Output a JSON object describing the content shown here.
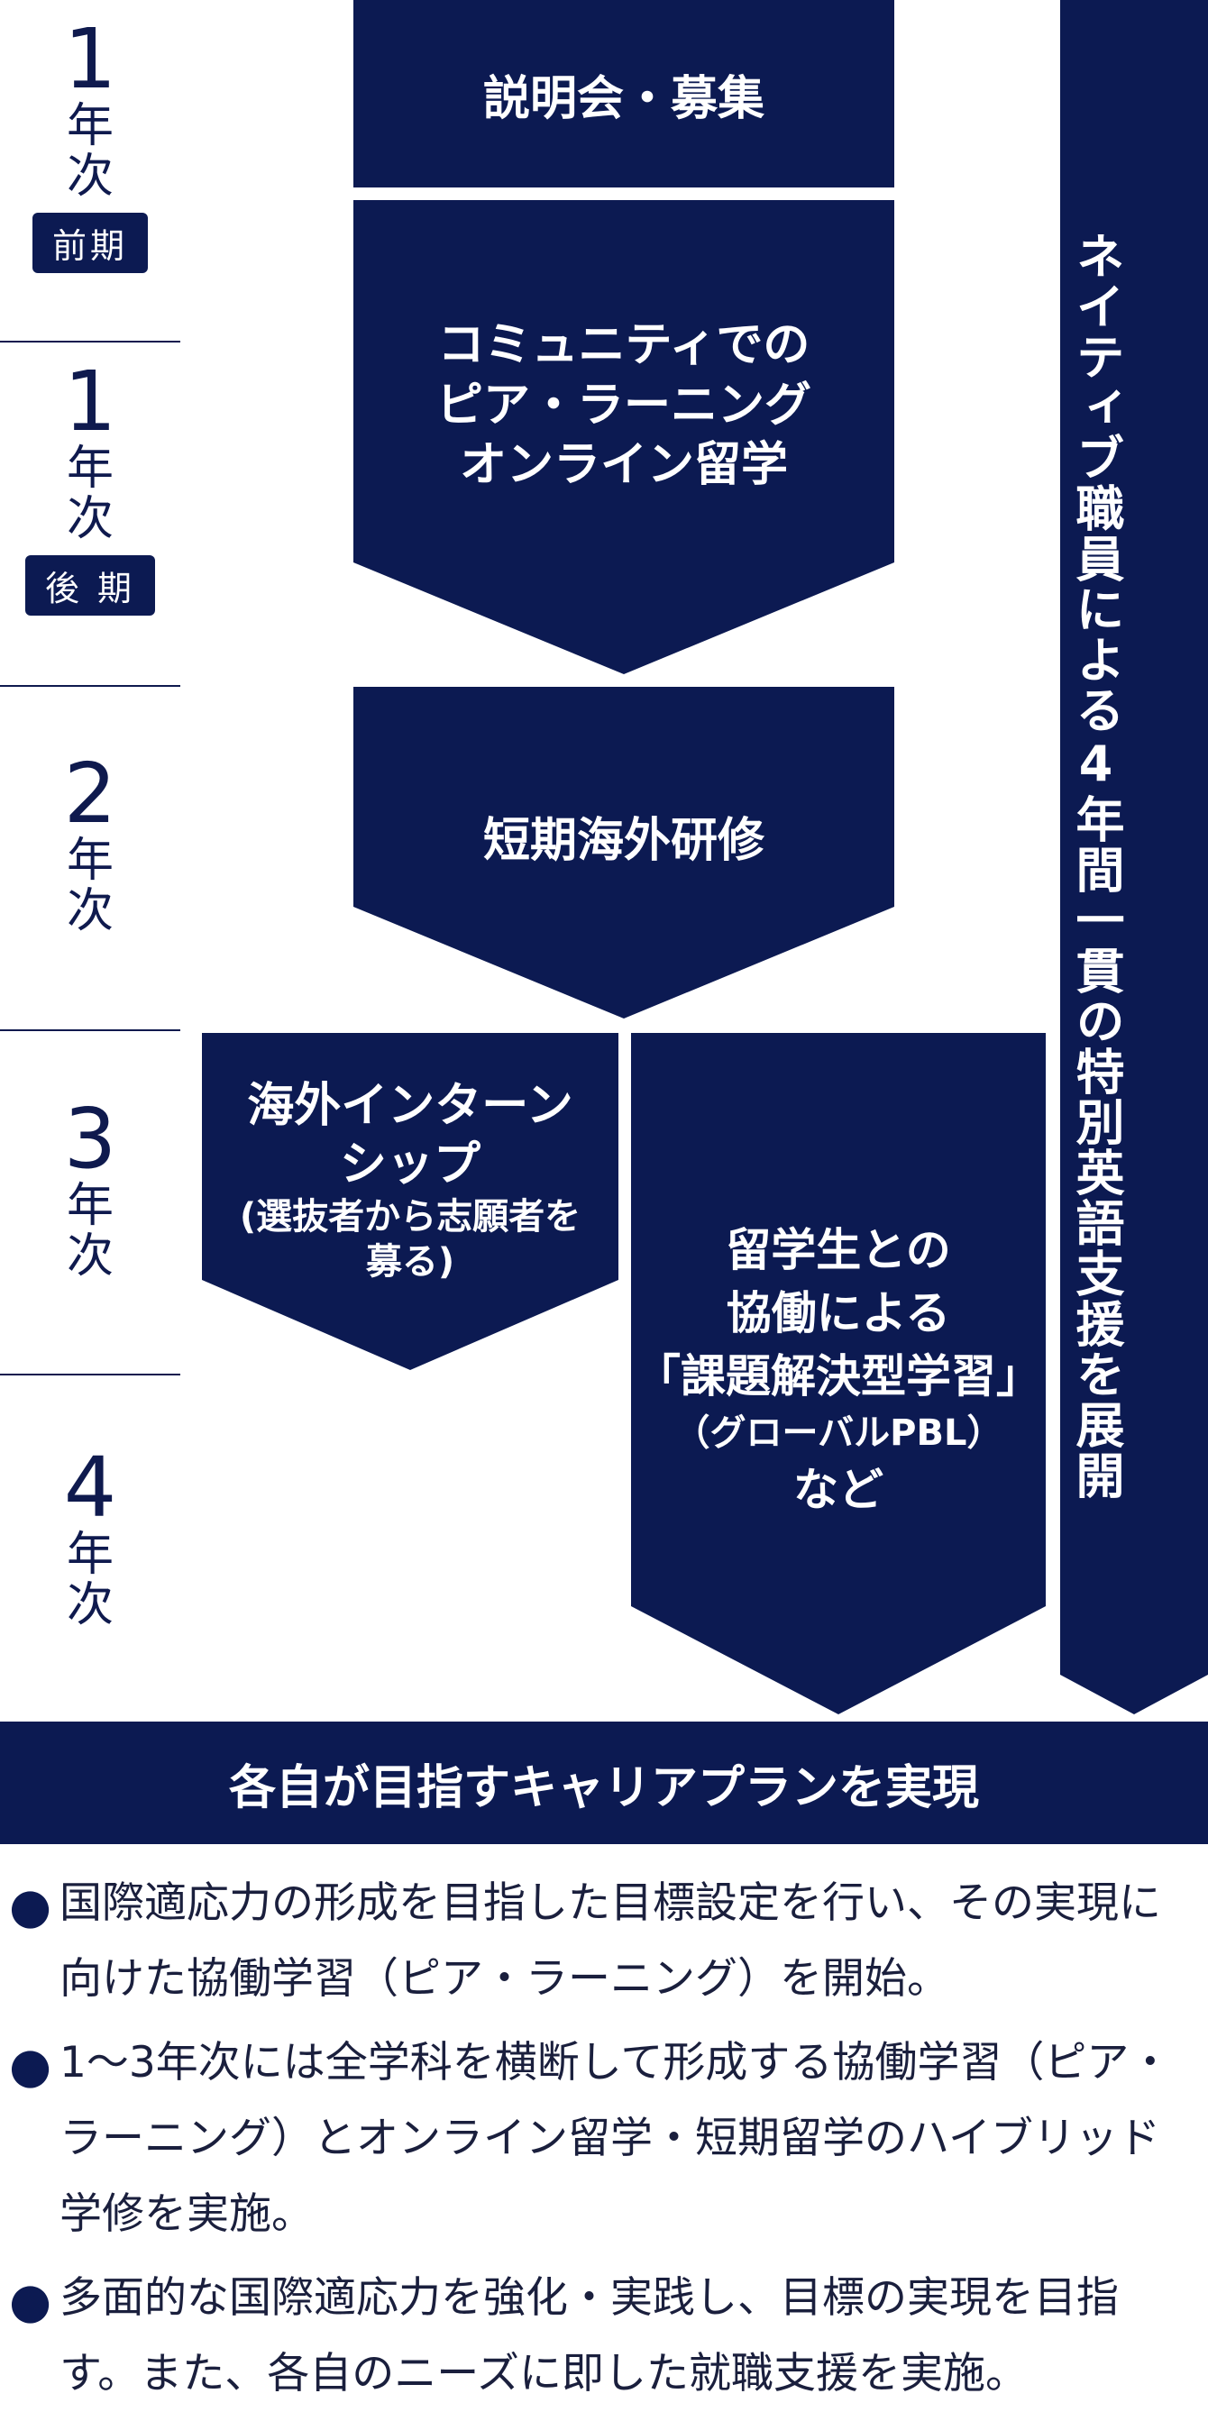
{
  "years": [
    {
      "num": "1",
      "chars": [
        "年",
        "次"
      ],
      "term": "前期"
    },
    {
      "num": "1",
      "chars": [
        "年",
        "次"
      ],
      "term": "後 期"
    },
    {
      "num": "2",
      "chars": [
        "年",
        "次"
      ],
      "term": ""
    },
    {
      "num": "3",
      "chars": [
        "年",
        "次"
      ],
      "term": ""
    },
    {
      "num": "4",
      "chars": [
        "年",
        "次"
      ],
      "term": ""
    }
  ],
  "boxes": {
    "info_session": "説明会・募集",
    "peer_learning": [
      "コミュニティでの",
      "ピア・ラーニング",
      "オンライン留学"
    ],
    "short_training": "短期海外研修",
    "internship": [
      "海外インターン",
      "シップ",
      "(選抜者から志願者を",
      "募る)"
    ],
    "pbl": [
      "留学生との",
      "協働による",
      "「課題解決型学習」",
      "（グローバルPBL）",
      "など"
    ]
  },
  "side_support": "ネイティブ職員による4年間一貫の特別英語支援を展開",
  "career_bar": "各自が目指すキャリアプランを実現",
  "bullets": [
    {
      "marker": "●",
      "text": "国際適応力の形成を目指した目標設定を行い、その実現に向けた協働学習（ピア・ラーニング）を開始。"
    },
    {
      "marker": "●",
      "text": "1〜3年次には全学科を横断して形成する協働学習（ピア・ラーニング）とオンライン留学・短期留学のハイブリッド学修を実施。"
    },
    {
      "marker": "●",
      "text": "多面的な国際適応力を強化・実践し、目標の実現を目指す。また、各自のニーズに即した就職支援を実施。"
    }
  ],
  "colors": {
    "navy": "#0c1a52",
    "text": "#0f1a4e",
    "white": "#ffffff"
  }
}
